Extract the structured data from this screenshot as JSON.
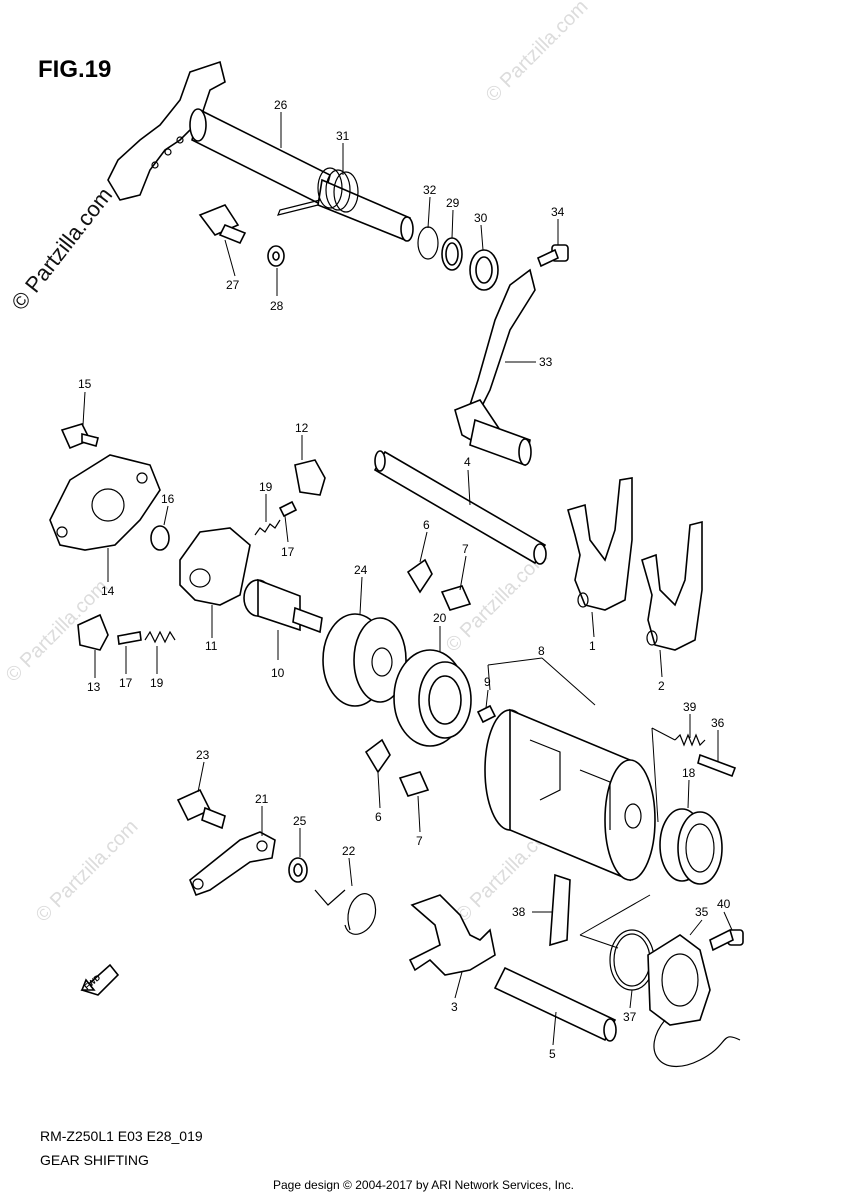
{
  "figure": {
    "title": "FIG.19",
    "model_code": "RM-Z250L1 E03 E28_019",
    "section_name": "GEAR SHIFTING",
    "copyright": "Page design © 2004-2017 by ARI Network Services, Inc.",
    "watermark": "© Partzilla.com",
    "fwd_label": "FWD"
  },
  "callouts": [
    "26",
    "31",
    "32",
    "29",
    "30",
    "34",
    "27",
    "28",
    "33",
    "15",
    "12",
    "4",
    "19",
    "16",
    "6",
    "7",
    "17",
    "14",
    "24",
    "20",
    "8",
    "11",
    "1",
    "9",
    "13",
    "17",
    "19",
    "10",
    "2",
    "39",
    "36",
    "23",
    "21",
    "25",
    "18",
    "6",
    "22",
    "7",
    "38",
    "35",
    "40",
    "3",
    "37",
    "5"
  ]
}
